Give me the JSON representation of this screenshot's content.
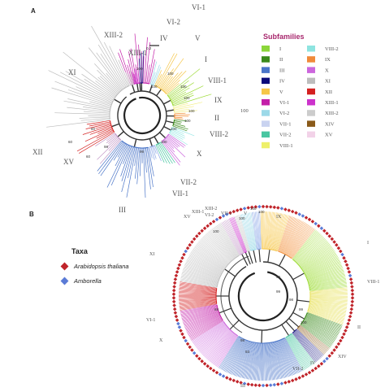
{
  "panelA": {
    "letter": "A",
    "clades": [
      {
        "label": "VI-1",
        "color": "#c31fa8"
      },
      {
        "label": "VI-2",
        "color": "#9cd9e8"
      },
      {
        "label": "IV",
        "color": "#0a0a7a"
      },
      {
        "label": "V",
        "color": "#f6c648"
      },
      {
        "label": "XIII-1",
        "color": "#cc33cc"
      },
      {
        "label": "XI",
        "color": "#bdbdbd"
      },
      {
        "label": "I",
        "color": "#9fdc3a"
      },
      {
        "label": "VIII-1",
        "color": "#f4ef8a"
      },
      {
        "label": "IX",
        "color": "#f39442"
      },
      {
        "label": "II",
        "color": "#3a8a1a"
      },
      {
        "label": "VIII-2",
        "color": "#9be8e6"
      },
      {
        "label": "X",
        "color": "#cc66dd"
      },
      {
        "label": "VII-2",
        "color": "#49c6a1"
      },
      {
        "label": "VII-1",
        "color": "#88a5e6"
      },
      {
        "label": "III",
        "color": "#4a75c8"
      },
      {
        "label": "XV",
        "color": "#c49ac8"
      },
      {
        "label": "XII",
        "color": "#d42020"
      },
      {
        "label": "XIII-2",
        "color": "#cccccc"
      }
    ],
    "scale": "0.2",
    "bootstrap": [
      "100",
      "100",
      "100",
      "100",
      "100",
      "100",
      "100",
      "100",
      "99",
      "98",
      "80",
      "60",
      "60",
      "100"
    ]
  },
  "subfamilies": {
    "title": "Subfamilies",
    "items": [
      {
        "label": "I",
        "color": "#8bd63a"
      },
      {
        "label": "VIII-2",
        "color": "#8ee4e0"
      },
      {
        "label": "II",
        "color": "#3a8a1a"
      },
      {
        "label": "IX",
        "color": "#f08a3a"
      },
      {
        "label": "III",
        "color": "#4a75c8"
      },
      {
        "label": "X",
        "color": "#cc66dd"
      },
      {
        "label": "IV",
        "color": "#0a0a7a"
      },
      {
        "label": "XI",
        "color": "#bdbdbd"
      },
      {
        "label": "V",
        "color": "#f6c648"
      },
      {
        "label": "XII",
        "color": "#d42020"
      },
      {
        "label": "VI-1",
        "color": "#c31fa8"
      },
      {
        "label": "XIII-1",
        "color": "#cc33cc"
      },
      {
        "label": "VI-2",
        "color": "#9cd9e8"
      },
      {
        "label": "XIII-2",
        "color": "#cccccc"
      },
      {
        "label": "VII-1",
        "color": "#c9d3f0"
      },
      {
        "label": "XIV",
        "color": "#8a5a1a"
      },
      {
        "label": "VII-2",
        "color": "#49c6a1"
      },
      {
        "label": "XV",
        "color": "#f2d2e8"
      },
      {
        "label": "VIII-1",
        "color": "#eef06a"
      }
    ],
    "side_label": "100"
  },
  "panelB": {
    "letter": "B",
    "clade_labels": [
      "VI-2",
      "VII-1",
      "V",
      "IX",
      "XV",
      "XIII-1",
      "XIII-2",
      "XI",
      "VI-1",
      "X",
      "III",
      "VII-2",
      "IV",
      "II",
      "VIII-1",
      "I",
      "XIV"
    ],
    "bootstrap": [
      "100",
      "100",
      "100",
      "99",
      "99",
      "98",
      "98",
      "93",
      "68",
      "99",
      "100",
      "100"
    ]
  },
  "taxa": {
    "title": "Taxa",
    "items": [
      {
        "label": "Arabidopsis thaliana",
        "color": "#c0242a"
      },
      {
        "label": "Amborella",
        "color": "#5b7bd6"
      }
    ]
  }
}
